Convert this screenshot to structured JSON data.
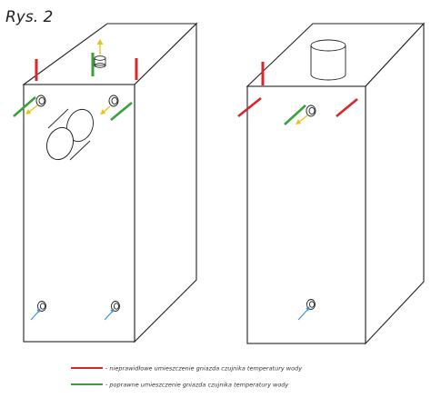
{
  "figure": {
    "title": "Rys. 2"
  },
  "colors": {
    "incorrect": "#d9262c",
    "correct": "#3aa03a",
    "flow": "#e8c21a",
    "inlet": "#3b8fd8"
  },
  "legend": {
    "incorrect_text": "- nieprawidłowe umieszczenie gniazda czujnika temperatury wody",
    "correct_text": "- poprawne umieszczenie gniazda czujnika temperatury wody"
  }
}
